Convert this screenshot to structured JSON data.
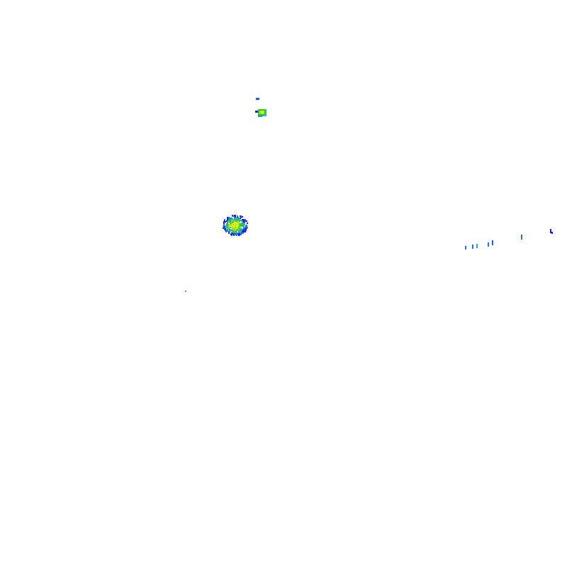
{
  "colors": {
    "background": "#ffffff",
    "deep_blue": "#1a1aff",
    "blue": "#1f6fff",
    "cyan": "#19b4d8",
    "teal": "#16a88a",
    "green": "#32c832",
    "lime": "#9be31f",
    "yellow": "#f2f21a"
  },
  "echoes": [
    {
      "name": "small-echo-north",
      "intensity": "moderate"
    },
    {
      "name": "echo-cluster-center",
      "intensity": "strong"
    },
    {
      "name": "streak-echoes-east",
      "intensity": "light"
    },
    {
      "name": "isolated-pixel-west",
      "intensity": "light"
    }
  ]
}
